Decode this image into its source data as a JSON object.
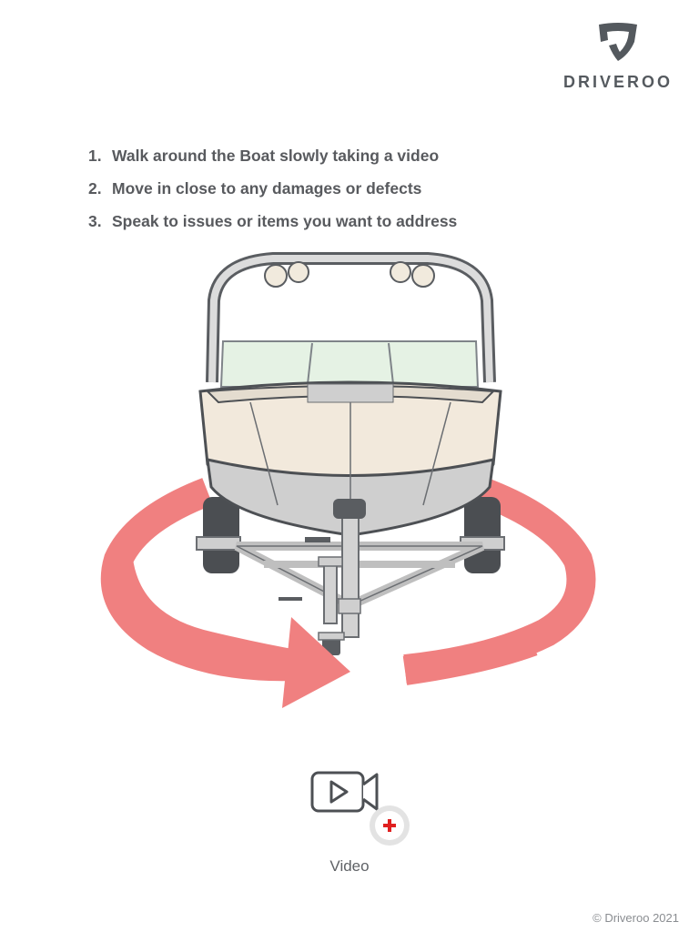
{
  "brand": {
    "name": "DRIVEROO",
    "logo_icon": "shield-icon"
  },
  "instructions": [
    {
      "num": "1.",
      "text": "Walk around the Boat slowly taking a video"
    },
    {
      "num": "2.",
      "text": "Move in close to any damages or defects"
    },
    {
      "num": "3.",
      "text": "Speak to issues or items you want to address"
    }
  ],
  "illustration": {
    "subject": "boat-on-trailer",
    "arrow_color": "#f08080"
  },
  "video": {
    "label": "Video",
    "icon": "video-camera-icon",
    "badge_icon": "plus-icon",
    "badge_color": "#e02020"
  },
  "footer": {
    "copyright": "© Driveroo 2021"
  }
}
